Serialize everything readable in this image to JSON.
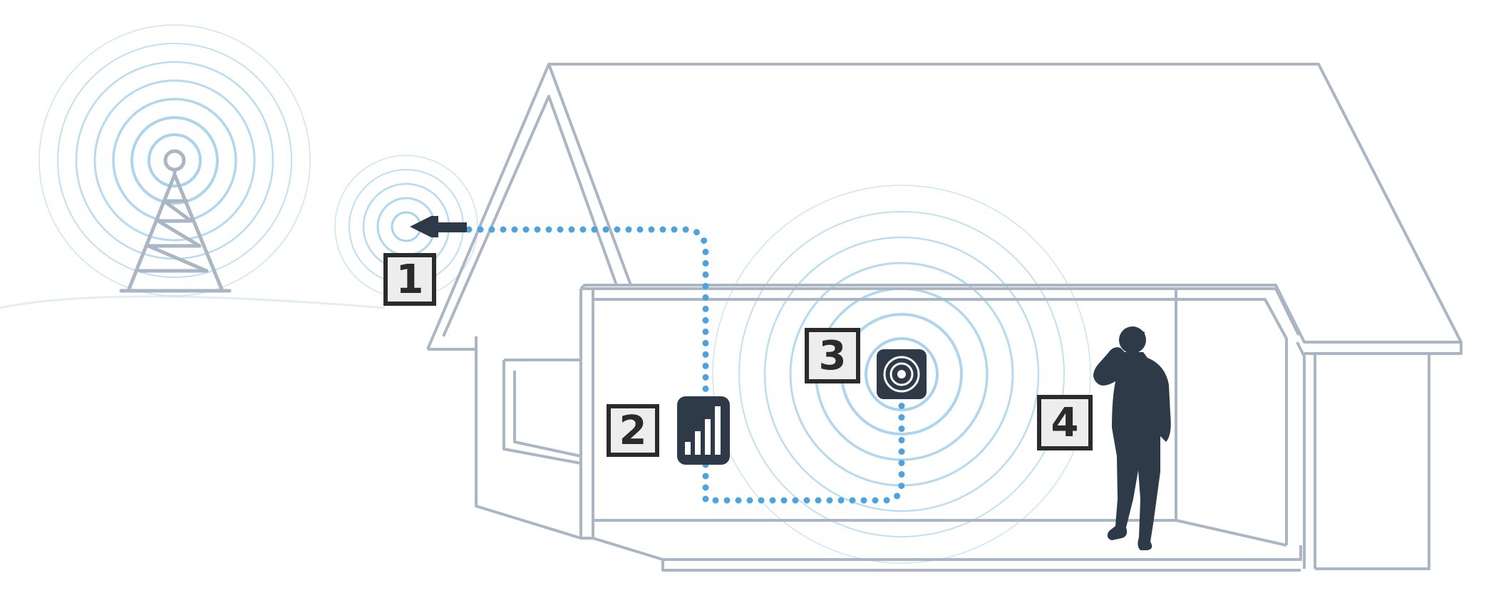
{
  "labels": {
    "step1": "1",
    "step2": "2",
    "step3": "3",
    "step4": "4"
  },
  "icons": {
    "tower": "cell-tower-icon",
    "outside_antenna": "outside-antenna-icon",
    "booster": "signal-booster-icon",
    "inside_antenna": "inside-antenna-icon",
    "person": "person-on-phone-icon"
  },
  "colors": {
    "house_outline": "#aab6c3",
    "signal_ring": "#a9d3ec",
    "cable": "#4fa3dd",
    "icon_dark": "#2e3a47",
    "badge_fill": "#ededed",
    "badge_border": "#2b2b2b"
  }
}
